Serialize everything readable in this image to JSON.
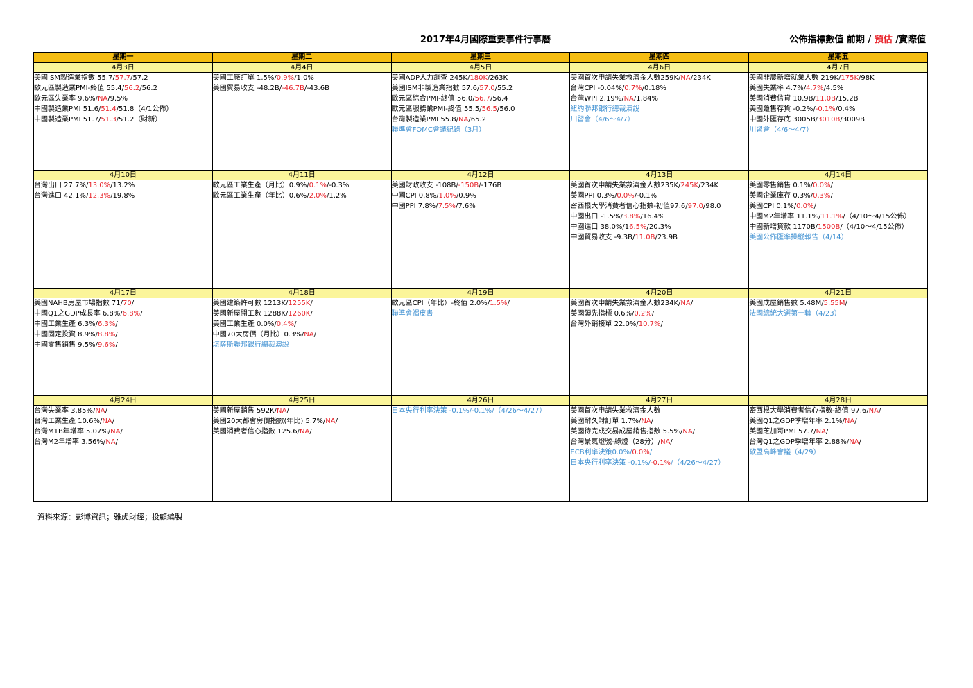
{
  "title": "2017年4月國際重要事件行事曆",
  "legend": {
    "part1": "公佈指標數值  前期 / ",
    "part2": "預估",
    "part3": " /實際值"
  },
  "weekdays": [
    "星期一",
    "星期二",
    "星期三",
    "星期四",
    "星期五"
  ],
  "weeks": [
    {
      "dates": [
        "4月3日",
        "4月4日",
        "4月5日",
        "4月6日",
        "4月7日"
      ],
      "cells": [
        [
          [
            {
              "t": "美國ISM製造業指數 55.7/"
            },
            {
              "t": "57.7",
              "c": "red"
            },
            {
              "t": "/57.2"
            }
          ],
          [
            {
              "t": "歐元區製造業PMI-終值 55.4/"
            },
            {
              "t": "56.2",
              "c": "red"
            },
            {
              "t": "/56.2"
            }
          ],
          [
            {
              "t": "歐元區失業率 9.6%/"
            },
            {
              "t": "NA",
              "c": "red"
            },
            {
              "t": "/9.5%"
            }
          ],
          [
            {
              "t": "中國製造業PMI 51.6/"
            },
            {
              "t": "51.4",
              "c": "red"
            },
            {
              "t": "/51.8（4/1公佈）"
            }
          ],
          [
            {
              "t": "中國製造業PMI 51.7/"
            },
            {
              "t": "51.3",
              "c": "red"
            },
            {
              "t": "/51.2（財新）"
            }
          ]
        ],
        [
          [
            {
              "t": "美國工廠訂單 1.5%/"
            },
            {
              "t": "0.9%",
              "c": "red"
            },
            {
              "t": "/1.0%"
            }
          ],
          [
            {
              "t": "美國貿易收支 -48.2B/"
            },
            {
              "t": "-46.7B",
              "c": "red"
            },
            {
              "t": "/-43.6B"
            }
          ]
        ],
        [
          [
            {
              "t": "美國ADP人力調查 245K/"
            },
            {
              "t": "180K",
              "c": "red"
            },
            {
              "t": "/263K"
            }
          ],
          [
            {
              "t": "美國ISM非製造業指數 57.6/"
            },
            {
              "t": "57.0",
              "c": "red"
            },
            {
              "t": "/55.2"
            }
          ],
          [
            {
              "t": "歐元區綜合PMI-終值 56.0/"
            },
            {
              "t": "56.7",
              "c": "red"
            },
            {
              "t": "/56.4"
            }
          ],
          [
            {
              "t": "歐元區服務業PMI-終值 55.5/"
            },
            {
              "t": "56.5",
              "c": "red"
            },
            {
              "t": "/56.0"
            }
          ],
          [
            {
              "t": "台灣製造業PMI 55.8/"
            },
            {
              "t": "NA",
              "c": "red"
            },
            {
              "t": "/65.2"
            }
          ],
          [
            {
              "t": "聯準會FOMC會議紀錄（3月）",
              "c": "blue"
            }
          ]
        ],
        [
          [
            {
              "t": "美國首次申請失業救濟金人數259K/"
            },
            {
              "t": "NA",
              "c": "red"
            },
            {
              "t": "/234K"
            }
          ],
          [
            {
              "t": "台灣CPI -0.04%/"
            },
            {
              "t": "0.7%",
              "c": "red"
            },
            {
              "t": "/0.18%"
            }
          ],
          [
            {
              "t": "台灣WPI 2.19%/"
            },
            {
              "t": "NA",
              "c": "red"
            },
            {
              "t": "/1.84%"
            }
          ],
          [
            {
              "t": "紐約聯邦銀行總裁演說",
              "c": "blue"
            }
          ],
          [
            {
              "t": "川習會（4/6～4/7）",
              "c": "blue"
            }
          ]
        ],
        [
          [
            {
              "t": "美國非農新增就業人數 219K/"
            },
            {
              "t": "175K",
              "c": "red"
            },
            {
              "t": "/98K"
            }
          ],
          [
            {
              "t": "美國失業率 4.7%/"
            },
            {
              "t": "4.7%",
              "c": "red"
            },
            {
              "t": "/4.5%"
            }
          ],
          [
            {
              "t": "美國消費信貸 10.9B/"
            },
            {
              "t": "11.0B",
              "c": "red"
            },
            {
              "t": "/15.2B"
            }
          ],
          [
            {
              "t": "美國躉售存貨 -0.2%/"
            },
            {
              "t": "-0.1%",
              "c": "red"
            },
            {
              "t": "/0.4%"
            }
          ],
          [
            {
              "t": "中國外匯存底 3005B/"
            },
            {
              "t": "3010B",
              "c": "red"
            },
            {
              "t": "/3009B"
            }
          ],
          [
            {
              "t": "川習會（4/6～4/7）",
              "c": "blue"
            }
          ]
        ]
      ]
    },
    {
      "dates": [
        "4月10日",
        "4月11日",
        "4月12日",
        "4月13日",
        "4月14日"
      ],
      "cells": [
        [
          [
            {
              "t": "台灣出口 27.7%/"
            },
            {
              "t": "13.0%",
              "c": "red"
            },
            {
              "t": "/13.2%"
            }
          ],
          [
            {
              "t": "台灣進口 42.1%/"
            },
            {
              "t": "12.3%",
              "c": "red"
            },
            {
              "t": "/19.8%"
            }
          ]
        ],
        [
          [
            {
              "t": "歐元區工業生產（月比）0.9%/"
            },
            {
              "t": "0.1%",
              "c": "red"
            },
            {
              "t": "/-0.3%"
            }
          ],
          [
            {
              "t": "歐元區工業生產（年比）0.6%/"
            },
            {
              "t": "2.0%",
              "c": "red"
            },
            {
              "t": "/1.2%"
            }
          ]
        ],
        [
          [
            {
              "t": "美國財政收支 -108B/"
            },
            {
              "t": "-150B",
              "c": "red"
            },
            {
              "t": "/-176B"
            }
          ],
          [
            {
              "t": "中國CPI 0.8%/"
            },
            {
              "t": "1.0%",
              "c": "red"
            },
            {
              "t": "/0.9%"
            }
          ],
          [
            {
              "t": "中國PPI 7.8%/"
            },
            {
              "t": "7.5%",
              "c": "red"
            },
            {
              "t": "/7.6%"
            }
          ]
        ],
        [
          [
            {
              "t": "美國首次申請失業救濟金人數235K/"
            },
            {
              "t": "245K",
              "c": "red"
            },
            {
              "t": "/234K"
            }
          ],
          [
            {
              "t": "美國PPI 0.3%/"
            },
            {
              "t": "0.0%",
              "c": "red"
            },
            {
              "t": "/-0.1%"
            }
          ],
          [
            {
              "t": "密西根大學消費者信心指數-初值97.6/"
            },
            {
              "t": "97.0",
              "c": "red"
            },
            {
              "t": "/98.0"
            }
          ],
          [
            {
              "t": "中國出口 -1.5%/"
            },
            {
              "t": "3.8%",
              "c": "red"
            },
            {
              "t": "/16.4%"
            }
          ],
          [
            {
              "t": "中國進口 38.0%/1"
            },
            {
              "t": "6.5%",
              "c": "red"
            },
            {
              "t": "/20.3%"
            }
          ],
          [
            {
              "t": "中國貿易收支 -9.3B/"
            },
            {
              "t": "11.0B",
              "c": "red"
            },
            {
              "t": "/23.9B"
            }
          ]
        ],
        [
          [
            {
              "t": "美國零售銷售 0.1%/"
            },
            {
              "t": "0.0%",
              "c": "red"
            },
            {
              "t": "/"
            }
          ],
          [
            {
              "t": "美國企業庫存 0.3%/"
            },
            {
              "t": "0.3%",
              "c": "red"
            },
            {
              "t": "/"
            }
          ],
          [
            {
              "t": "美國CPI 0.1%/"
            },
            {
              "t": "0.0%",
              "c": "red"
            },
            {
              "t": "/"
            }
          ],
          [
            {
              "t": "中國M2年增率 11.1%/"
            },
            {
              "t": "11.1%",
              "c": "red"
            },
            {
              "t": "/（4/10～4/15公佈）"
            }
          ],
          [
            {
              "t": "中國新增貸款 1170B/"
            },
            {
              "t": "1500B",
              "c": "red"
            },
            {
              "t": "/（4/10～4/15公佈）"
            }
          ],
          [
            {
              "t": "美國公佈匯率操縱報告（4/14）",
              "c": "blue"
            }
          ]
        ]
      ]
    },
    {
      "dates": [
        "4月17日",
        "4月18日",
        "4月19日",
        "4月20日",
        "4月21日"
      ],
      "cells": [
        [
          [
            {
              "t": "美國NAHB房屋市場指數 71/"
            },
            {
              "t": "70",
              "c": "red"
            },
            {
              "t": "/"
            }
          ],
          [
            {
              "t": "中國Q1之GDP成長率 6.8%/"
            },
            {
              "t": "6.8%",
              "c": "red"
            },
            {
              "t": "/"
            }
          ],
          [
            {
              "t": "中國工業生產 6.3%/"
            },
            {
              "t": "6.3%",
              "c": "red"
            },
            {
              "t": "/"
            }
          ],
          [
            {
              "t": "中國固定投資 8.9%/"
            },
            {
              "t": "8.8%",
              "c": "red"
            },
            {
              "t": "/"
            }
          ],
          [
            {
              "t": "中國零售銷售 9.5%/"
            },
            {
              "t": "9.6%",
              "c": "red"
            },
            {
              "t": "/"
            }
          ]
        ],
        [
          [
            {
              "t": "美國建築許可數 1213K/"
            },
            {
              "t": "1255K",
              "c": "red"
            },
            {
              "t": "/"
            }
          ],
          [
            {
              "t": "美國新屋開工數 1288K/"
            },
            {
              "t": "1260K",
              "c": "red"
            },
            {
              "t": "/"
            }
          ],
          [
            {
              "t": "美國工業生產 0.0%/"
            },
            {
              "t": "0.4%",
              "c": "red"
            },
            {
              "t": "/"
            }
          ],
          [
            {
              "t": "中國70大房價（月比）0.3%/"
            },
            {
              "t": "NA",
              "c": "red"
            },
            {
              "t": "/"
            }
          ],
          [
            {
              "t": "堪薩斯聯邦銀行總裁演說",
              "c": "blue"
            }
          ]
        ],
        [
          [
            {
              "t": "歐元區CPI（年比）-終值 2.0%/"
            },
            {
              "t": "1.5%",
              "c": "red"
            },
            {
              "t": "/"
            }
          ],
          [
            {
              "t": "聯準會褐皮書",
              "c": "blue"
            }
          ]
        ],
        [
          [
            {
              "t": "美國首次申請失業救濟金人數234K/"
            },
            {
              "t": "NA",
              "c": "red"
            },
            {
              "t": "/"
            }
          ],
          [
            {
              "t": "美國領先指標 0.6%/"
            },
            {
              "t": "0.2%",
              "c": "red"
            },
            {
              "t": "/"
            }
          ],
          [
            {
              "t": "台灣外銷接單 22.0%/"
            },
            {
              "t": "10.7%",
              "c": "red"
            },
            {
              "t": "/"
            }
          ]
        ],
        [
          [
            {
              "t": "美國成屋銷售數 5.48M/"
            },
            {
              "t": "5.55M",
              "c": "red"
            },
            {
              "t": "/"
            }
          ],
          [
            {
              "t": "法國總統大選第一輪（4/23）",
              "c": "blue"
            }
          ]
        ]
      ]
    },
    {
      "dates": [
        "4月24日",
        "4月25日",
        "4月26日",
        "4月27日",
        "4月28日"
      ],
      "cells": [
        [
          [
            {
              "t": "台灣失業率 3.85%/"
            },
            {
              "t": "NA",
              "c": "red"
            },
            {
              "t": "/"
            }
          ],
          [
            {
              "t": "台灣工業生產 10.6%/"
            },
            {
              "t": "NA",
              "c": "red"
            },
            {
              "t": "/"
            }
          ],
          [
            {
              "t": "台灣M1B年增率 5.07%/"
            },
            {
              "t": "NA",
              "c": "red"
            },
            {
              "t": "/"
            }
          ],
          [
            {
              "t": "台灣M2年增率 3.56%/"
            },
            {
              "t": "NA",
              "c": "red"
            },
            {
              "t": "/"
            }
          ]
        ],
        [
          [
            {
              "t": "美國新屋銷售 592K/"
            },
            {
              "t": "NA",
              "c": "red"
            },
            {
              "t": "/"
            }
          ],
          [
            {
              "t": "美國20大都會房價指數(年比) 5.7%/"
            },
            {
              "t": "NA",
              "c": "red"
            },
            {
              "t": "/"
            }
          ],
          [
            {
              "t": "美國消費者信心指數  125.6/"
            },
            {
              "t": "NA",
              "c": "red"
            },
            {
              "t": "/"
            }
          ]
        ],
        [
          [
            {
              "t": "日本央行利率決策 -0.1%/-0.1%/（4/26～4/27）",
              "c": "blue"
            }
          ]
        ],
        [
          [
            {
              "t": "美國首次申請失業救濟金人數"
            }
          ],
          [
            {
              "t": "美國耐久財訂單 1.7%/"
            },
            {
              "t": "NA",
              "c": "red"
            },
            {
              "t": "/"
            }
          ],
          [
            {
              "t": "美國待完成交易成屋銷售指數 5.5%/"
            },
            {
              "t": "NA",
              "c": "red"
            },
            {
              "t": "/"
            }
          ],
          [
            {
              "t": "台灣景氣燈號-綠燈（28分）/"
            },
            {
              "t": "NA",
              "c": "red"
            },
            {
              "t": "/"
            }
          ],
          [
            {
              "t": "ECB利率決策0.0%/",
              "c": "blue"
            },
            {
              "t": "0.0%",
              "c": "red"
            },
            {
              "t": "/",
              "c": "blue"
            }
          ],
          [
            {
              "t": "日本央行利率決策 -0.1%/",
              "c": "blue"
            },
            {
              "t": "-0.1%",
              "c": "red"
            },
            {
              "t": "/（4/26～4/27）",
              "c": "blue"
            }
          ]
        ],
        [
          [
            {
              "t": "密西根大學消費者信心指數-終值 97.6/"
            },
            {
              "t": "NA",
              "c": "red"
            },
            {
              "t": "/"
            }
          ],
          [
            {
              "t": "美國Q1之GDP季增年率 2.1%/"
            },
            {
              "t": "NA",
              "c": "red"
            },
            {
              "t": "/"
            }
          ],
          [
            {
              "t": "美國芝加哥PMI  57.7/"
            },
            {
              "t": "NA",
              "c": "red"
            },
            {
              "t": "/"
            }
          ],
          [
            {
              "t": "台灣Q1之GDP季增年率 2.88%/"
            },
            {
              "t": "NA",
              "c": "red"
            },
            {
              "t": "/"
            }
          ],
          [
            {
              "t": "歐盟高峰會議（4/29）",
              "c": "blue"
            }
          ]
        ]
      ]
    }
  ],
  "footer": "資料來源：彭博資訊；雅虎財經；投顧編製"
}
